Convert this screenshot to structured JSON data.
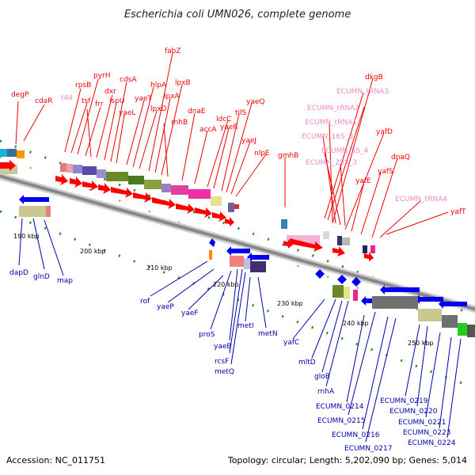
{
  "title": "Escherichia coli UMN026, complete genome",
  "footer": {
    "accession": "Accession: NC_011751",
    "summary": "Topology: circular; Length: 5,202,090 bp; Genes: 5,014"
  },
  "colors": {
    "forward_label": "#ee0000",
    "reverse_label": "#0000aa",
    "rna_label": "#f08ac8",
    "forward_arrow": "#ff0000",
    "reverse_arrow": "#0000ee",
    "backbone": "#999999"
  },
  "scale_labels": [
    "190 kbp",
    "200 kbp",
    "210 kbp",
    "220 kbp",
    "230 kbp",
    "240 kbp",
    "250 kbp"
  ],
  "forward_genes": [
    "degP",
    "cdaR",
    "t44",
    "rpsB",
    "tsf",
    "frr",
    "pyrH",
    "dxr",
    "ispU",
    "cdsA",
    "yaeL",
    "yaeT",
    "hlpA",
    "lpxD",
    "fabZ",
    "lpxA",
    "lpxB",
    "rnhB",
    "dnaE",
    "accA",
    "ldcC",
    "yaeR",
    "tilS",
    "yaeQ",
    "yaeJ",
    "nlpE",
    "gmhB",
    "ECUMN_tRNA3",
    "ECUMN_tRNA2",
    "ECUMN_tRNA1",
    "ECUMN_16S_3",
    "ECUMN_5S_4",
    "ECUMN_23S_3",
    "dkgB",
    "yafD",
    "yafE",
    "yafS",
    "dnaQ",
    "ECUMN_tRNA4",
    "yafT"
  ],
  "reverse_genes": [
    "dapD",
    "glnD",
    "map",
    "rof",
    "yaeP",
    "yaeF",
    "proS",
    "yaeB",
    "rcsF",
    "metQ",
    "metI",
    "metN",
    "yafC",
    "mltD",
    "gloB",
    "rnhA",
    "ECUMN_0214",
    "ECUMN_0215",
    "ECUMN_0216",
    "ECUMN_0217",
    "ECUMN_0219",
    "ECUMN_0220",
    "ECUMN_0221",
    "ECUMN_0223",
    "ECUMN_0224"
  ]
}
